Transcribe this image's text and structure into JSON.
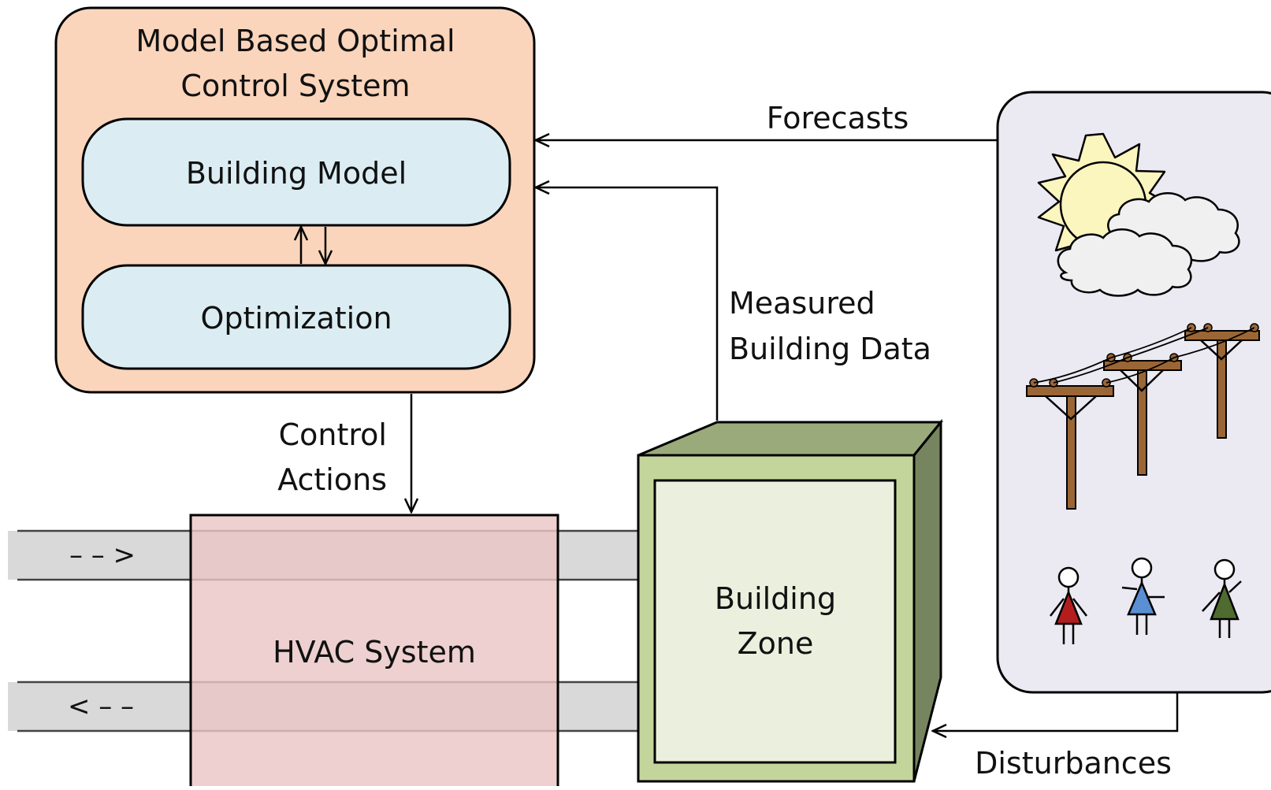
{
  "mpc_box": {
    "title_line1": "Model Based Optimal",
    "title_line2": "Control System",
    "building_model_label": "Building Model",
    "optimization_label": "Optimization"
  },
  "arrows": {
    "forecasts_label": "Forecasts",
    "measured_line1": "Measured",
    "measured_line2": "Building Data",
    "control_line1": "Control",
    "control_line2": "Actions",
    "disturbances_label": "Disturbances"
  },
  "hvac": {
    "label": "HVAC System",
    "supply_flow_glyph": "– – >",
    "return_flow_glyph": "< – –"
  },
  "building_zone": {
    "label_line1": "Building",
    "label_line2": "Zone"
  },
  "disturbance_panel": {
    "icons": [
      "sun-cloud-icon",
      "power-line-icon",
      "people-icon"
    ]
  },
  "colors": {
    "mpc_fill": "#fad5bb",
    "inner_box_fill": "#dbedf3",
    "hvac_fill": "#e9c6c5",
    "duct_fill": "#d9d9d9",
    "cube_front": "#c4d59c",
    "cube_top": "#9baa7b",
    "cube_side": "#76855f",
    "cube_inner": "#ebf0de",
    "panel_fill": "#ebe9f1",
    "sun_fill": "#fbf5be",
    "cloud_fill": "#f0f0f0",
    "pole_fill": "#9b6635",
    "person_red": "#b41d1d",
    "person_blue": "#5a8fd3",
    "person_green": "#4f6b30"
  }
}
